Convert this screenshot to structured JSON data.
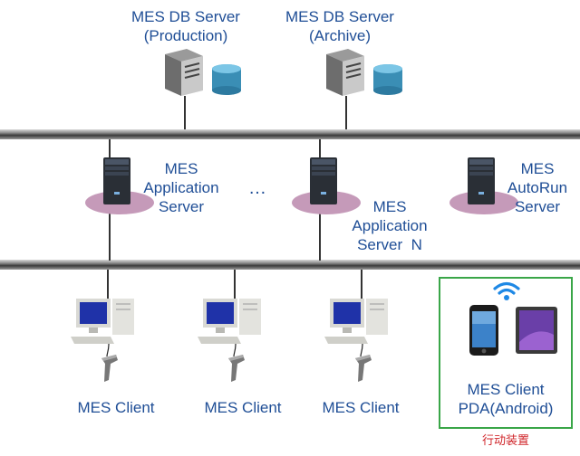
{
  "db_servers": [
    {
      "line1": "MES DB Server",
      "line2": "(Production)"
    },
    {
      "line1": "MES DB Server",
      "line2": "(Archive)"
    }
  ],
  "app_servers": [
    {
      "line1": "MES",
      "line2": "Application",
      "line3": "Server"
    },
    {
      "line1": "MES",
      "line2": "Application",
      "line3": "Server  N"
    },
    {
      "line1": "MES",
      "line2": "AutoRun",
      "line3": "Server"
    }
  ],
  "ellipsis": "…",
  "clients": [
    "MES Client",
    "MES Client",
    "MES Client"
  ],
  "pda": {
    "line1": "MES Client",
    "line2": "PDA(Android)",
    "caption": "行动装置"
  },
  "colors": {
    "label": "#1f4e96",
    "pda_border": "#3aa648",
    "caption": "#d0262b",
    "wifi": "#1e88e5"
  }
}
